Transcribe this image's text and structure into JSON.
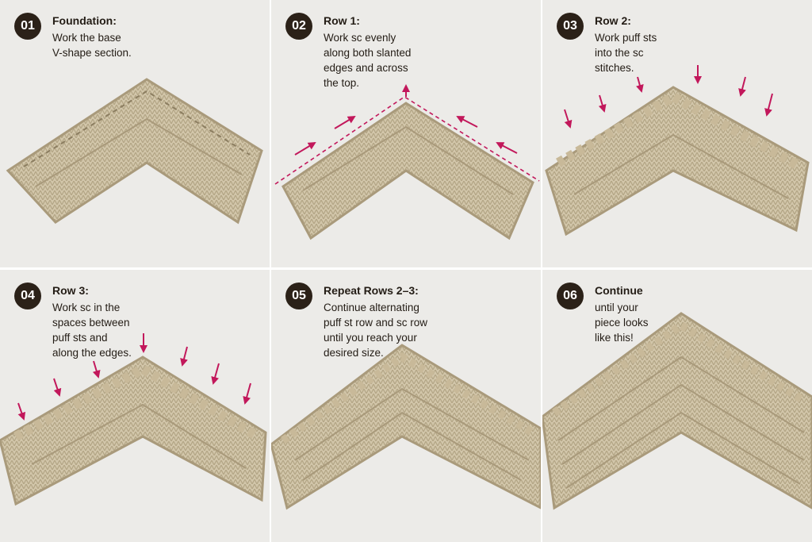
{
  "steps": [
    {
      "number": "01",
      "title": "Foundation:",
      "text": "Work the base\nV-shape section."
    },
    {
      "number": "02",
      "title": "Row 1:",
      "text": "Work sc evenly\nalong both slanted\nedges and across\nthe top."
    },
    {
      "number": "03",
      "title": "Row 2:",
      "text": "Work puff sts\ninto the sc\nstitches."
    },
    {
      "number": "04",
      "title": "Row 3:",
      "text": "Work sc in the\nspaces between\npuff sts and\nalong the edges."
    },
    {
      "number": "05",
      "title": "Repeat Rows 2–3:",
      "text": "Continue alternating\npuff st row and sc row\nuntil you reach your\ndesired size."
    },
    {
      "number": "06",
      "title": "Continue",
      "text": "until your\npiece looks\nlike this!"
    }
  ],
  "colors": {
    "yarn": "#d2c6aa",
    "yarn_shadow": "#a99a7b",
    "arrow": "#c2185b",
    "badge": "#2b2118",
    "background": "#ecebe8"
  },
  "icons": [
    "direction-arrow-icon",
    "crochet-swatch-image"
  ]
}
